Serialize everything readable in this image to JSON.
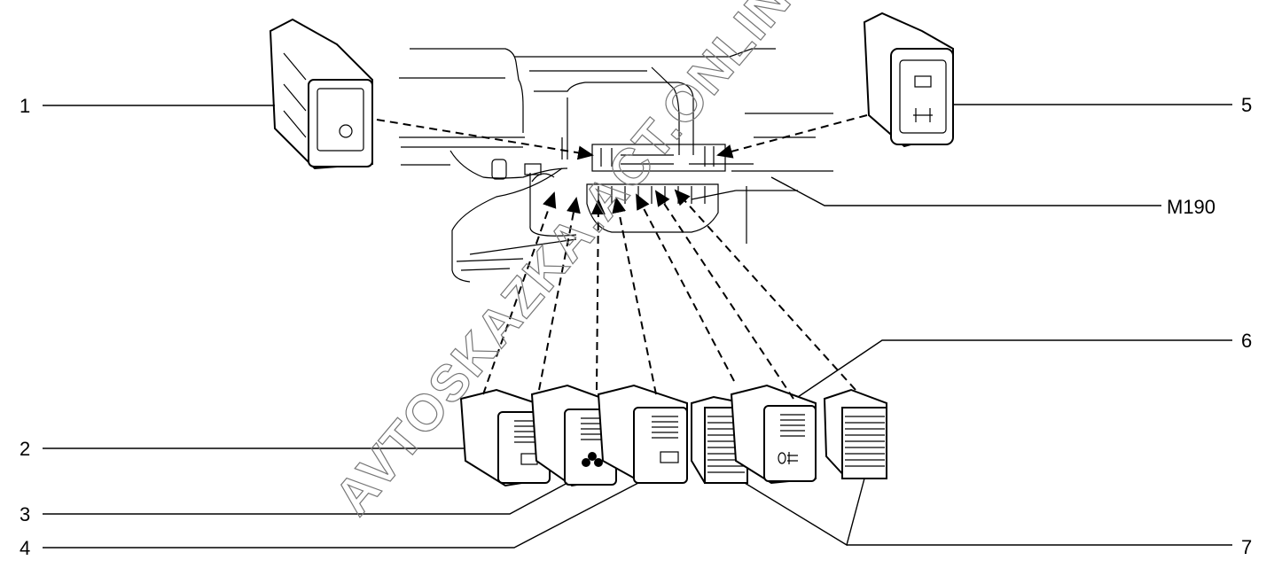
{
  "callouts": {
    "c1": "1",
    "c2": "2",
    "c3": "3",
    "c4": "4",
    "c5": "5",
    "c6": "6",
    "c7": "7",
    "ref": "M190"
  },
  "watermark": "AVTOSKAZKA.ACT.ONLINE"
}
